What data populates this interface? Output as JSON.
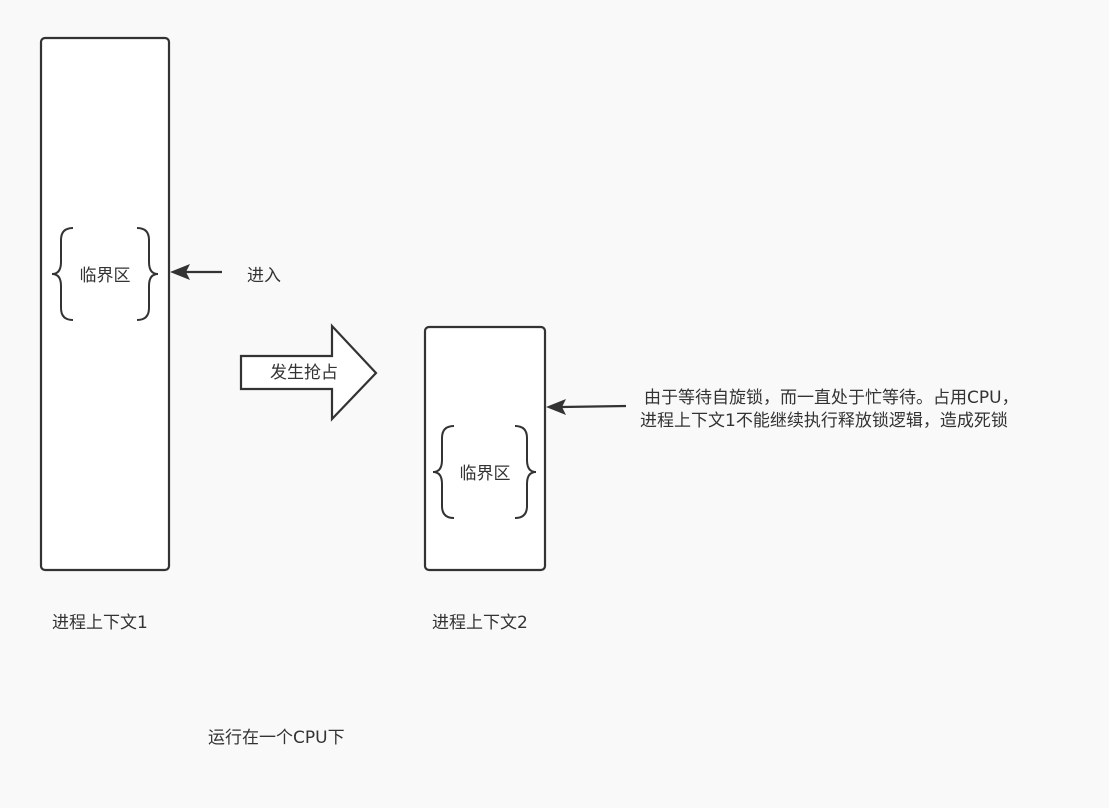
{
  "diagram": {
    "critical_section_label_1": "临界区",
    "critical_section_label_2": "临界区",
    "enter_label": "进入",
    "preempt_label": "发生抢占",
    "spin_note_line1": "由于等待自旋锁，而一直处于忙等待。占用CPU，",
    "spin_note_line2": "进程上下文1不能继续执行释放锁逻辑，造成死锁",
    "context1_label": "进程上下文1",
    "context2_label": "进程上下文2",
    "cpu_note": "运行在一个CPU下"
  },
  "colors": {
    "background": "#f9f9f9",
    "stroke": "#333333",
    "box_fill": "#ffffff"
  }
}
